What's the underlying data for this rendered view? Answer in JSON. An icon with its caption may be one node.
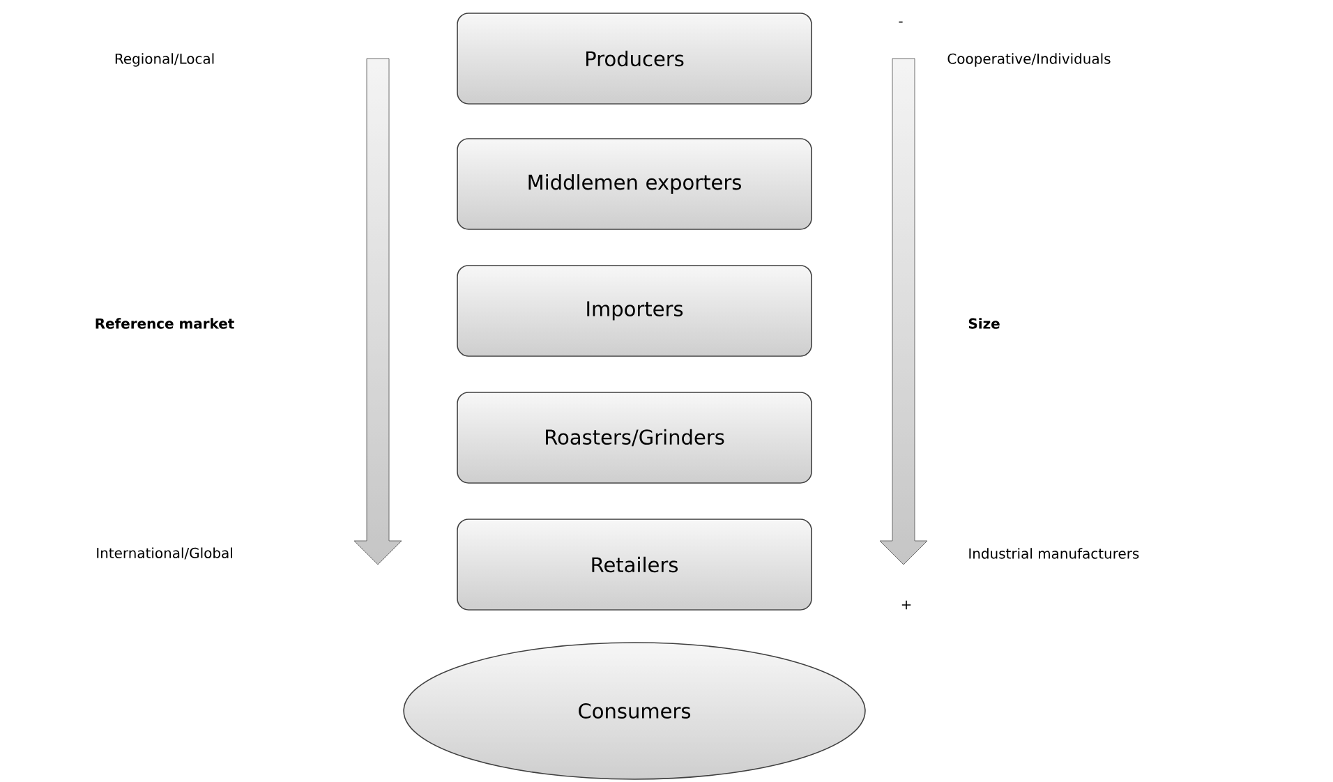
{
  "diagram": {
    "nodes": [
      {
        "text": [
          "Producers"
        ]
      },
      {
        "text": [
          "Middlemen exporters"
        ]
      },
      {
        "text": [
          "Importers"
        ]
      },
      {
        "text": [
          "Roasters/Grinders"
        ]
      },
      {
        "text": [
          "Retailers"
        ]
      },
      {
        "text": [
          "Consumers"
        ]
      }
    ],
    "labels": [
      "Regional/Local",
      "-",
      "Cooperative/Individuals",
      "Reference market",
      "Size",
      "International/Global",
      "Industrial manufacturers",
      "+"
    ]
  }
}
